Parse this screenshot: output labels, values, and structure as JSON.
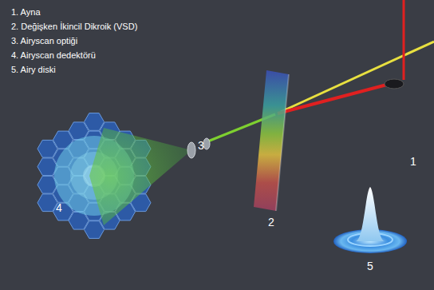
{
  "diagram": {
    "labels": [
      "1. Ayna",
      "2. Değişken İkincil Dikroik (VSD)",
      "3. Airyscan optiği",
      "4. Airyscan dedektörü",
      "5. Airy diski",
      "3",
      "1",
      "4",
      "2",
      "5"
    ]
  }
}
